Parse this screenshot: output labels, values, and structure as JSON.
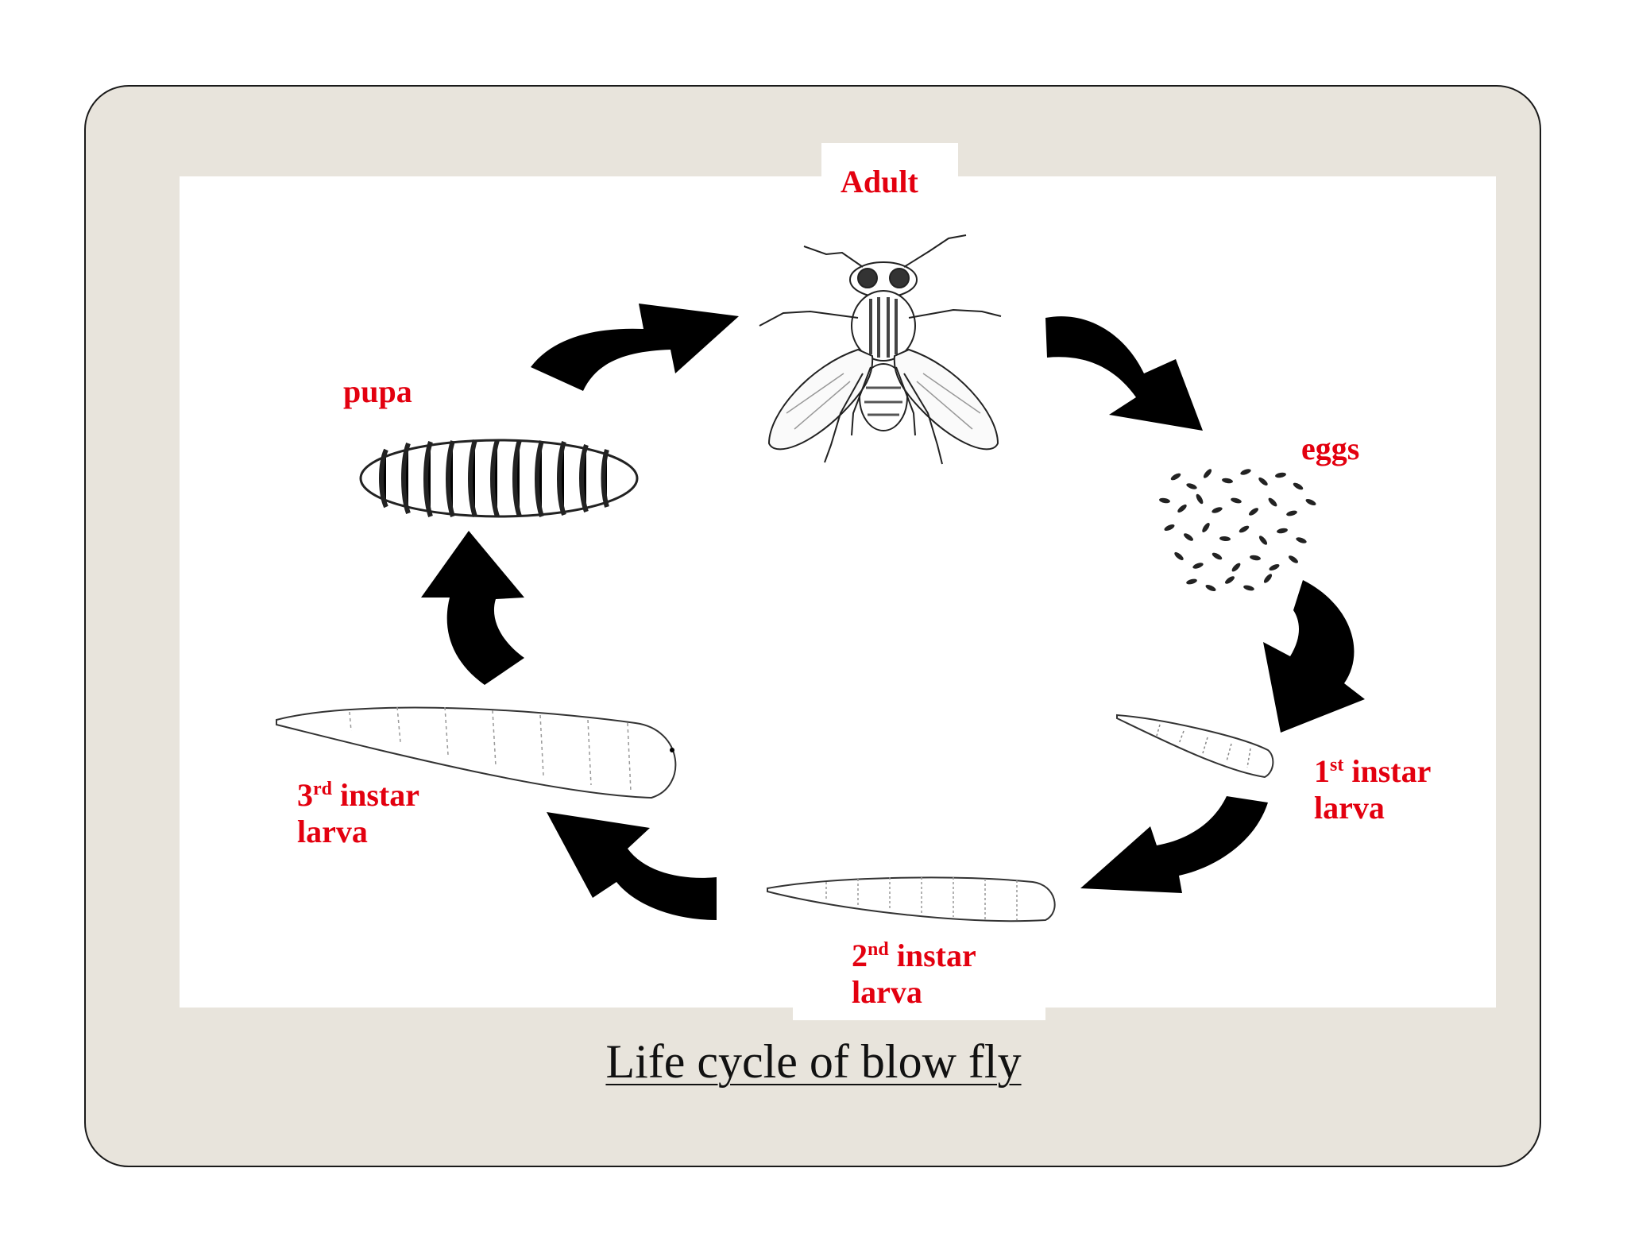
{
  "caption": "Life cycle of blow fly",
  "stages": {
    "adult": "Adult",
    "eggs": "eggs",
    "first_num": "1",
    "first_sup": "st",
    "first_word": "instar",
    "first_line2": "larva",
    "second_num": "2",
    "second_sup": "nd",
    "second_word": "instar",
    "second_line2": "larva",
    "third_num": "3",
    "third_sup": "rd",
    "third_word": "instar",
    "third_line2": "larva",
    "pupa": "pupa"
  },
  "colors": {
    "label": "#e3000f",
    "arrow": "#000000",
    "slide_bg": "#e8e4dc"
  },
  "icons": [
    "fly-icon",
    "eggs-icon",
    "larva-icon",
    "pupa-icon",
    "cycle-arrow-icon"
  ]
}
